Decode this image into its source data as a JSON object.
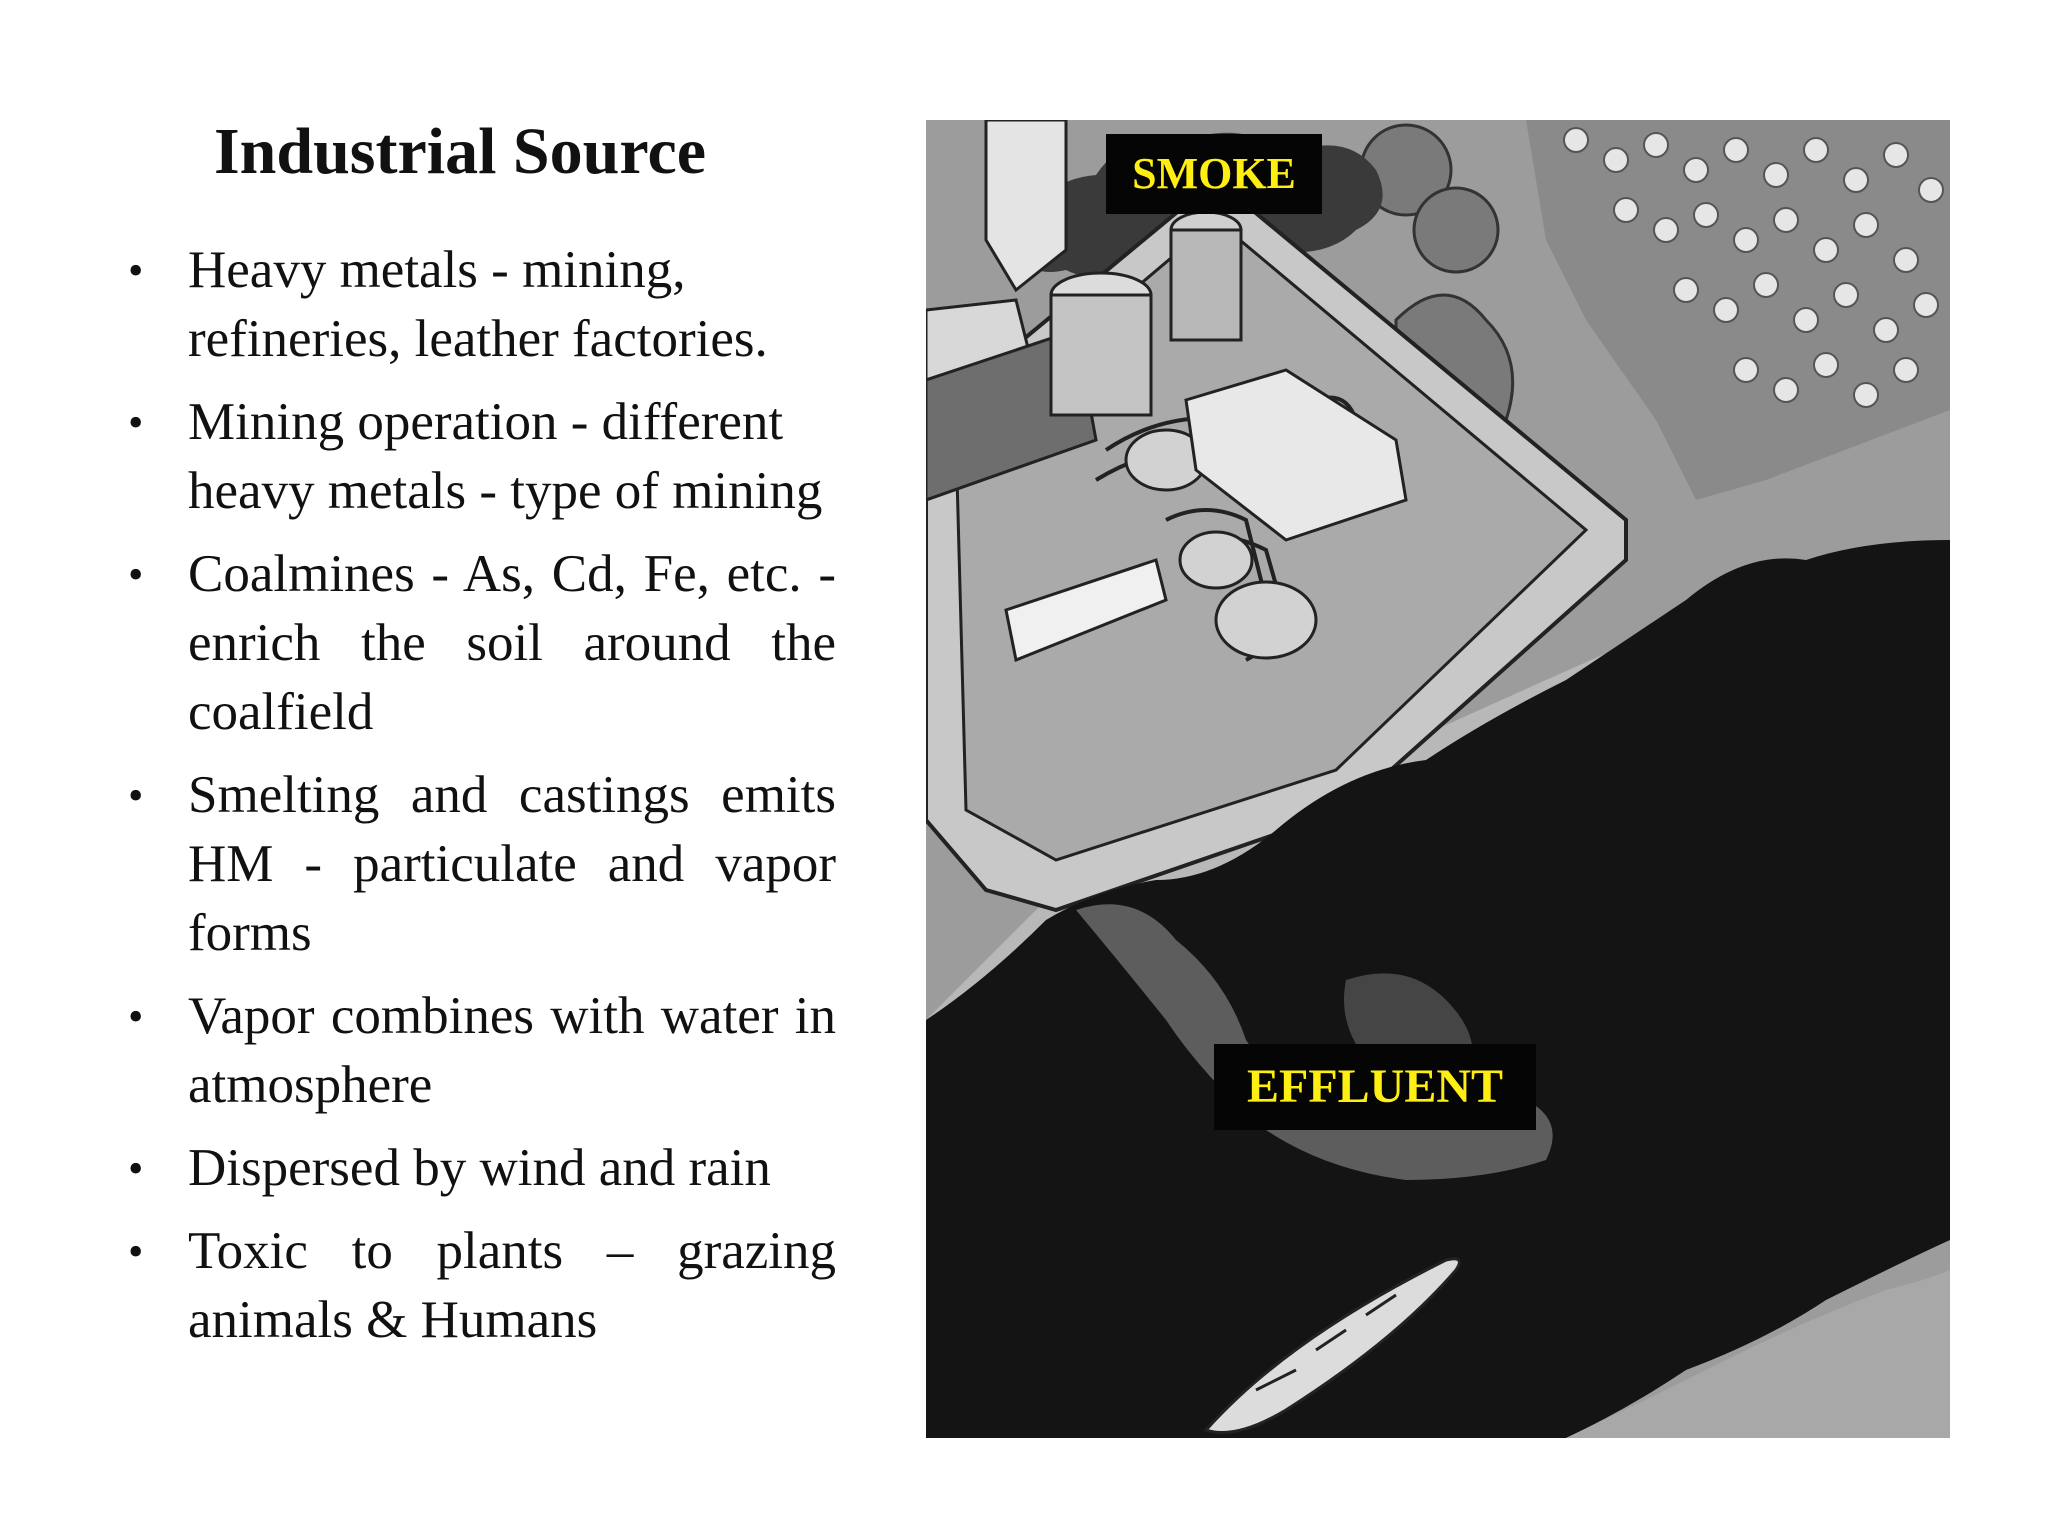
{
  "slide": {
    "title": "Industrial Source",
    "bullets": [
      "Heavy metals - mining, refineries, leather factories.",
      "Mining operation - different heavy metals - type of mining",
      "Coalmines - As, Cd, Fe, etc. - enrich the soil around the coalfield",
      "Smelting and castings emits HM - particulate and vapor forms",
      "Vapor combines with water in atmosphere",
      "Dispersed by wind and rain",
      "Toxic to plants – grazing animals & Humans"
    ]
  },
  "figure": {
    "labels": {
      "smoke": "SMOKE",
      "effluent": "EFFLUENT"
    },
    "label_text_color": "#ffee11",
    "label_bg_color": "#050505"
  }
}
